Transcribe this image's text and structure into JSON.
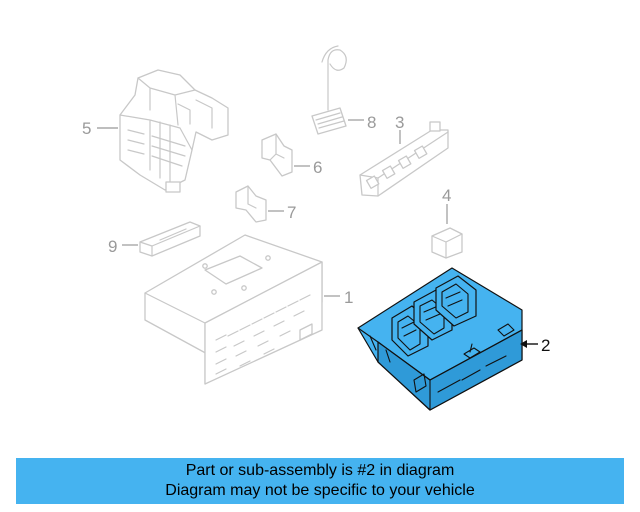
{
  "diagram": {
    "callouts": {
      "c1": "1",
      "c2": "2",
      "c3": "3",
      "c4": "4",
      "c5": "5",
      "c6": "6",
      "c7": "7",
      "c8": "8",
      "c9": "9"
    },
    "highlighted_part": "2",
    "colors": {
      "highlight": "#45b3f0",
      "ghost_outline": "#c8c8c8",
      "banner": "#45b3f0"
    }
  },
  "banner": {
    "line1": "Part or sub-assembly is #2 in diagram",
    "line2": "Diagram may not be specific to your vehicle"
  }
}
